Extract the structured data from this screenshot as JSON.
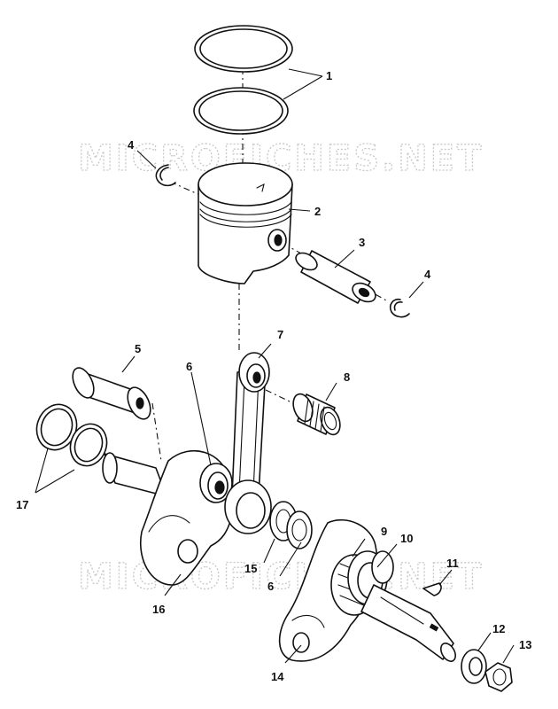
{
  "watermark": {
    "text": "MICROFICHES.NET"
  },
  "callouts": {
    "c1": "1",
    "c2": "2",
    "c3": "3",
    "c4a": "4",
    "c4b": "4",
    "c5": "5",
    "c6a": "6",
    "c6b": "6",
    "c7": "7",
    "c8": "8",
    "c9": "9",
    "c10": "10",
    "c11": "11",
    "c12": "12",
    "c13": "13",
    "c14": "14",
    "c15": "15",
    "c16": "16",
    "c17": "17"
  }
}
